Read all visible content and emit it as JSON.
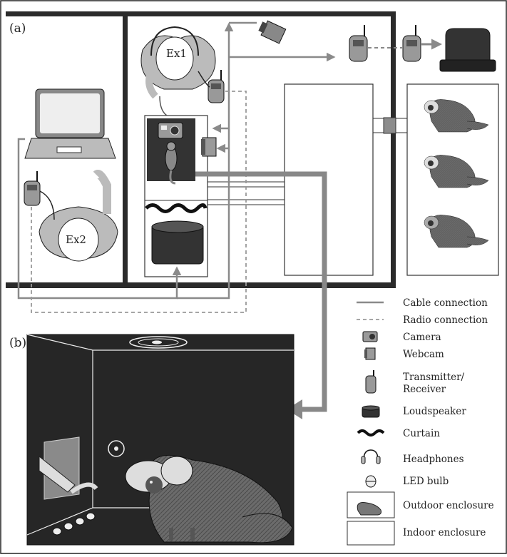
{
  "panel_a": {
    "label": "(a)",
    "person1": "Ex1",
    "person2": "Ex2"
  },
  "panel_b": {
    "label": "(b)"
  },
  "legend": {
    "items": [
      {
        "icon": "cable-line-icon",
        "text": "Cable connection"
      },
      {
        "icon": "radio-dashed-line-icon",
        "text": "Radio connection"
      },
      {
        "icon": "camera-icon",
        "text": "Camera"
      },
      {
        "icon": "webcam-icon",
        "text": "Webcam"
      },
      {
        "icon": "transmitter-icon",
        "text": "Transmitter/",
        "text2": "Receiver"
      },
      {
        "icon": "loudspeaker-icon",
        "text": "Loudspeaker"
      },
      {
        "icon": "curtain-icon",
        "text": "Curtain"
      },
      {
        "icon": "headphones-icon",
        "text": "Headphones"
      },
      {
        "icon": "led-bulb-icon",
        "text": "LED bulb"
      },
      {
        "icon": "outdoor-enclosure-icon",
        "text": "Outdoor enclosure"
      },
      {
        "icon": "indoor-enclosure-icon",
        "text": "Indoor enclosure"
      }
    ]
  },
  "colors": {
    "wall": "#2b2b2b",
    "cable": "#8a8a8a",
    "device": "#777777",
    "dark_room": "#262626",
    "monkey": "#6e6e6e"
  }
}
